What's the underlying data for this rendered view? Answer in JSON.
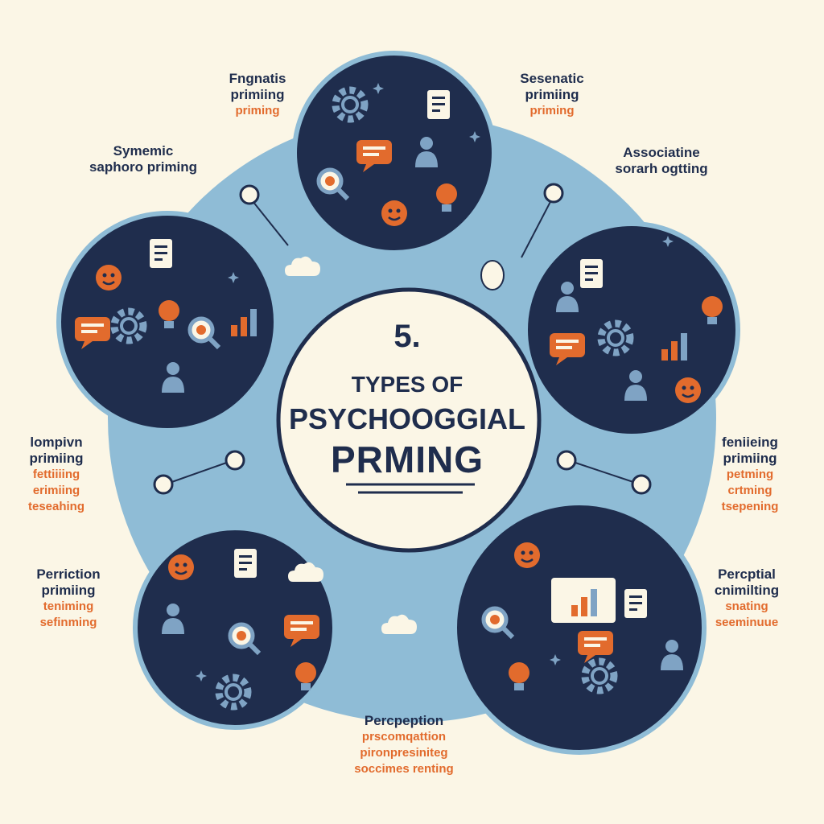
{
  "title": {
    "number": "5.",
    "line1": "TYPES OF",
    "line2": "PSYCHOOGGIAL",
    "line3": "PRMING"
  },
  "colors": {
    "background": "#fbf6e6",
    "ring": "#8fbcd6",
    "navy": "#1f2d4d",
    "orange": "#e26b2d",
    "slate": "#7fa3c4"
  },
  "labels": [
    {
      "id": "top-left",
      "lines": [
        {
          "text": "Fngnatis",
          "tone": "dark"
        },
        {
          "text": "primiing",
          "tone": "dark"
        },
        {
          "text": "priming",
          "tone": "orange"
        }
      ]
    },
    {
      "id": "top-right",
      "lines": [
        {
          "text": "Sesenatic",
          "tone": "dark"
        },
        {
          "text": "primiing",
          "tone": "dark"
        },
        {
          "text": "priming",
          "tone": "orange"
        }
      ]
    },
    {
      "id": "upper-left",
      "lines": [
        {
          "text": "Symemic",
          "tone": "dark"
        },
        {
          "text": "saphoro priming",
          "tone": "dark"
        }
      ]
    },
    {
      "id": "upper-right",
      "lines": [
        {
          "text": "Associatine",
          "tone": "dark"
        },
        {
          "text": "sorarh ogtting",
          "tone": "dark"
        }
      ]
    },
    {
      "id": "mid-left",
      "lines": [
        {
          "text": "lompivn",
          "tone": "dark"
        },
        {
          "text": "primiing",
          "tone": "dark"
        },
        {
          "text": "fettiiiing",
          "tone": "orange"
        },
        {
          "text": "erimiing",
          "tone": "orange"
        },
        {
          "text": "teseahing",
          "tone": "orange"
        }
      ]
    },
    {
      "id": "mid-right",
      "lines": [
        {
          "text": "feniieing",
          "tone": "dark"
        },
        {
          "text": "primiing",
          "tone": "dark"
        },
        {
          "text": "petming",
          "tone": "orange"
        },
        {
          "text": "crtming",
          "tone": "orange"
        },
        {
          "text": "tsepening",
          "tone": "orange"
        }
      ]
    },
    {
      "id": "lower-left",
      "lines": [
        {
          "text": "Perriction",
          "tone": "dark"
        },
        {
          "text": "primiing",
          "tone": "dark"
        },
        {
          "text": "teniming",
          "tone": "orange"
        },
        {
          "text": "sefinming",
          "tone": "orange"
        }
      ]
    },
    {
      "id": "lower-right",
      "lines": [
        {
          "text": "Percptial",
          "tone": "dark"
        },
        {
          "text": "cnimilting",
          "tone": "dark"
        },
        {
          "text": "snating",
          "tone": "orange"
        },
        {
          "text": "seeminuue",
          "tone": "orange"
        }
      ]
    },
    {
      "id": "bottom",
      "lines": [
        {
          "text": "Percpeption",
          "tone": "dark"
        },
        {
          "text": "prscomqattion",
          "tone": "orange"
        },
        {
          "text": "pironpresiniteg",
          "tone": "orange"
        },
        {
          "text": "soccimes renting",
          "tone": "orange"
        }
      ]
    }
  ]
}
